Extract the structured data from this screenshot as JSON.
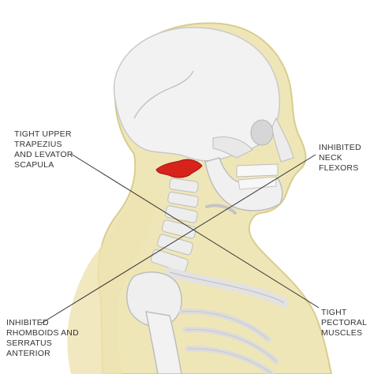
{
  "labels": {
    "upper_trapezius": "TIGHT UPPER\nTRAPEZIUS\nAND LEVATOR\nSCAPULA",
    "neck_flexors": "INHIBITED\nNECK FLEXORS",
    "rhomboids": "INHIBITED\nRHOMBOIDS AND\nSERRATUS\nANTERIOR",
    "pectoral": "TIGHT PECTORAL\nMUSCLES"
  },
  "colors": {
    "skin": "#efe6b8",
    "skin_outline": "#d9cc8f",
    "bone": "#f2f2f2",
    "bone_shadow": "#c9c9c9",
    "highlight_vertebra": "#d8231c",
    "label_text": "#333333",
    "leader_line": "#333333"
  }
}
